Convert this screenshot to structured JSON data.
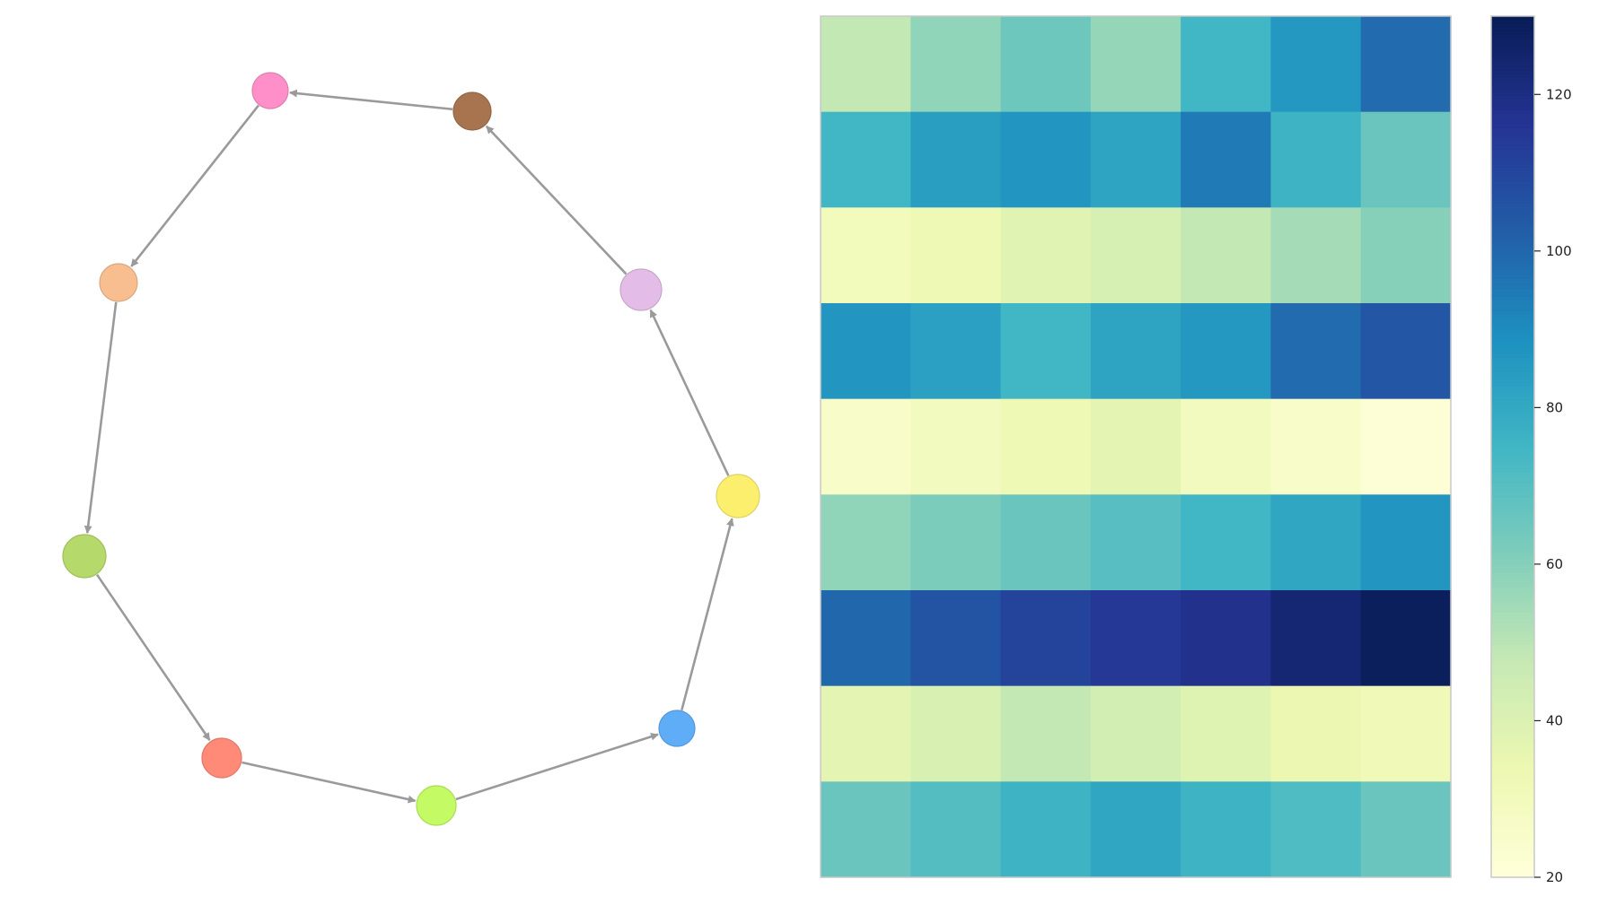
{
  "chart_data": [
    {
      "type": "network",
      "nodes": [
        {
          "id": "n1",
          "color": "#ff8fc8"
        },
        {
          "id": "n2",
          "color": "#a8744f"
        },
        {
          "id": "n3",
          "color": "#f8be8f"
        },
        {
          "id": "n4",
          "color": "#e3bde7"
        },
        {
          "id": "n5",
          "color": "#b6d96b"
        },
        {
          "id": "n6",
          "color": "#fdef6e"
        },
        {
          "id": "n7",
          "color": "#ff8a78"
        },
        {
          "id": "n8",
          "color": "#c4fb65"
        },
        {
          "id": "n9",
          "color": "#5fadf7"
        }
      ],
      "edges": [
        [
          "n9",
          "n6"
        ],
        [
          "n6",
          "n4"
        ],
        [
          "n4",
          "n2"
        ],
        [
          "n2",
          "n1"
        ],
        [
          "n1",
          "n3"
        ],
        [
          "n3",
          "n5"
        ],
        [
          "n5",
          "n7"
        ],
        [
          "n7",
          "n8"
        ],
        [
          "n8",
          "n9"
        ]
      ],
      "edge_color": "#9a9a9a",
      "directed": true
    },
    {
      "type": "heatmap",
      "colormap": "YlGnBu",
      "vmin": 20,
      "vmax": 130,
      "colorbar_ticks": [
        "20",
        "40",
        "60",
        "80",
        "100",
        "120"
      ],
      "rows": 9,
      "cols": 7,
      "values": [
        [
          48,
          58,
          65,
          57,
          75,
          86,
          99
        ],
        [
          75,
          84,
          87,
          82,
          95,
          76,
          66
        ],
        [
          30,
          32,
          38,
          42,
          48,
          54,
          60
        ],
        [
          87,
          83,
          75,
          82,
          86,
          99,
          105
        ],
        [
          26,
          29,
          32,
          37,
          29,
          26,
          21
        ],
        [
          58,
          62,
          66,
          70,
          75,
          81,
          87
        ],
        [
          100,
          106,
          111,
          115,
          118,
          124,
          129
        ],
        [
          37,
          41,
          48,
          43,
          39,
          34,
          31
        ],
        [
          66,
          71,
          76,
          81,
          76,
          72,
          66
        ]
      ]
    }
  ]
}
